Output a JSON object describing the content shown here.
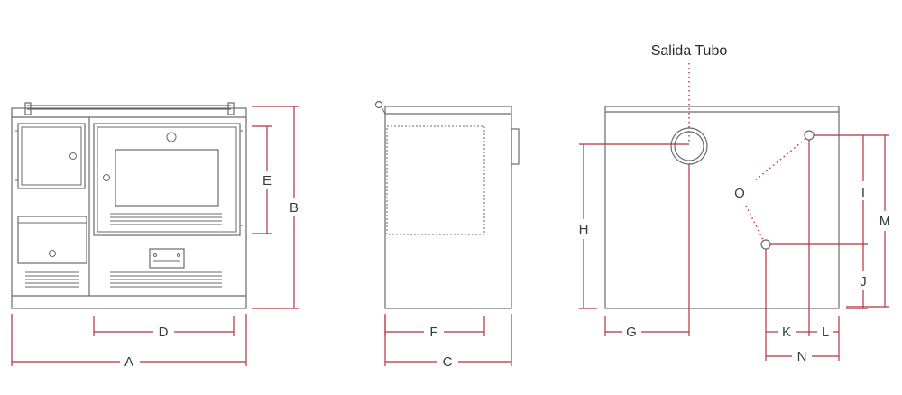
{
  "labels": {
    "outlet": "Salida Tubo",
    "A": "A",
    "B": "B",
    "C": "C",
    "D": "D",
    "E": "E",
    "F": "F",
    "G": "G",
    "H": "H",
    "I": "I",
    "J": "J",
    "K": "K",
    "L": "L",
    "M": "M",
    "N": "N",
    "O": "O"
  },
  "colors": {
    "outline": "#6a6a6a",
    "dimension": "#b3323f",
    "text": "#3a3a3a"
  }
}
